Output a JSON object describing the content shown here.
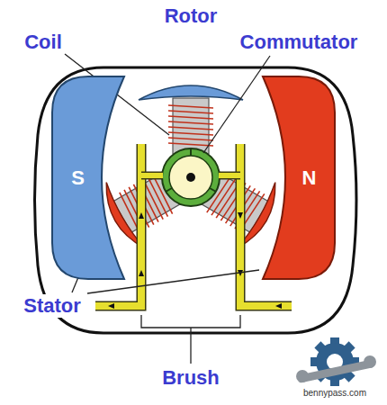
{
  "diagram": {
    "nodes": [
      {
        "text": [
          "S"
        ]
      },
      {
        "text": [
          "N"
        ]
      }
    ],
    "labels": [
      "Rotor",
      "Coil",
      "Commutator",
      "Stator",
      "Brush",
      "bennypass.com"
    ]
  }
}
